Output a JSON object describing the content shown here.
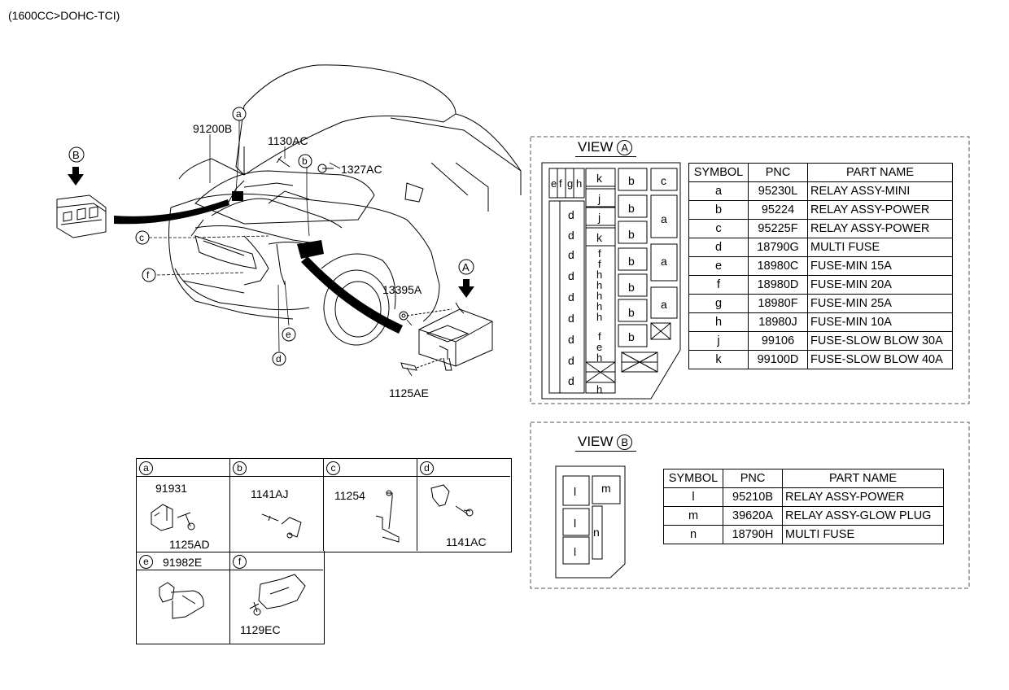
{
  "header": {
    "engine": "(1600CC>DOHC-TCI)"
  },
  "main_view": {
    "callouts": {
      "p91200B": "91200B",
      "p1130AC": "1130AC",
      "p1327AC": "1327AC",
      "p13395A": "13395A",
      "p1125AE": "1125AE",
      "la": "a",
      "lb": "b",
      "lc": "c",
      "ld": "d",
      "le": "e",
      "lf": "f",
      "viewA": "A",
      "viewB": "B"
    }
  },
  "view_a": {
    "title": "VIEW",
    "circle": "A",
    "box": {
      "top_small": [
        "e",
        "f",
        "g",
        "h"
      ],
      "d_col": [
        "d",
        "d",
        "d",
        "d",
        "d",
        "d",
        "d",
        "d",
        "d"
      ],
      "mid_col": [
        "k",
        "j",
        "j",
        "k",
        "f",
        "f",
        "h",
        "h",
        "h",
        "h",
        "h",
        "f",
        "e",
        "h",
        "h"
      ],
      "b_col": [
        "b",
        "b",
        "b",
        "b",
        "b",
        "b",
        "b"
      ],
      "ac_col": [
        "c",
        "a",
        "a",
        "a"
      ]
    },
    "table": {
      "headers": [
        "SYMBOL",
        "PNC",
        "PART NAME"
      ],
      "rows": [
        [
          "a",
          "95230L",
          "RELAY ASSY-MINI"
        ],
        [
          "b",
          "95224",
          "RELAY ASSY-POWER"
        ],
        [
          "c",
          "95225F",
          "RELAY ASSY-POWER"
        ],
        [
          "d",
          "18790G",
          "MULTI FUSE"
        ],
        [
          "e",
          "18980C",
          "FUSE-MIN 15A"
        ],
        [
          "f",
          "18980D",
          "FUSE-MIN 20A"
        ],
        [
          "g",
          "18980F",
          "FUSE-MIN 25A"
        ],
        [
          "h",
          "18980J",
          "FUSE-MIN 10A"
        ],
        [
          "j",
          "99106",
          "FUSE-SLOW BLOW 30A"
        ],
        [
          "k",
          "99100D",
          "FUSE-SLOW BLOW 40A"
        ]
      ]
    }
  },
  "view_b": {
    "title": "VIEW",
    "circle": "B",
    "box": {
      "l1": "l",
      "m": "m",
      "l2": "l",
      "n": "n",
      "l3": "l"
    },
    "table": {
      "headers": [
        "SYMBOL",
        "PNC",
        "PART NAME"
      ],
      "rows": [
        [
          "l",
          "95210B",
          "RELAY ASSY-POWER"
        ],
        [
          "m",
          "39620A",
          "RELAY ASSY-GLOW PLUG"
        ],
        [
          "n",
          "18790H",
          "MULTI FUSE"
        ]
      ]
    }
  },
  "detail_grid": {
    "a": {
      "label": "a",
      "parts": [
        "91931",
        "1125AD"
      ]
    },
    "b": {
      "label": "b",
      "parts": [
        "1141AJ"
      ]
    },
    "c": {
      "label": "c",
      "parts": [
        "11254"
      ]
    },
    "d": {
      "label": "d",
      "parts": [
        "1141AC"
      ]
    },
    "e": {
      "label": "e",
      "parts": [
        "91982E"
      ]
    },
    "f": {
      "label": "f",
      "parts": [
        "1129EC"
      ]
    }
  }
}
